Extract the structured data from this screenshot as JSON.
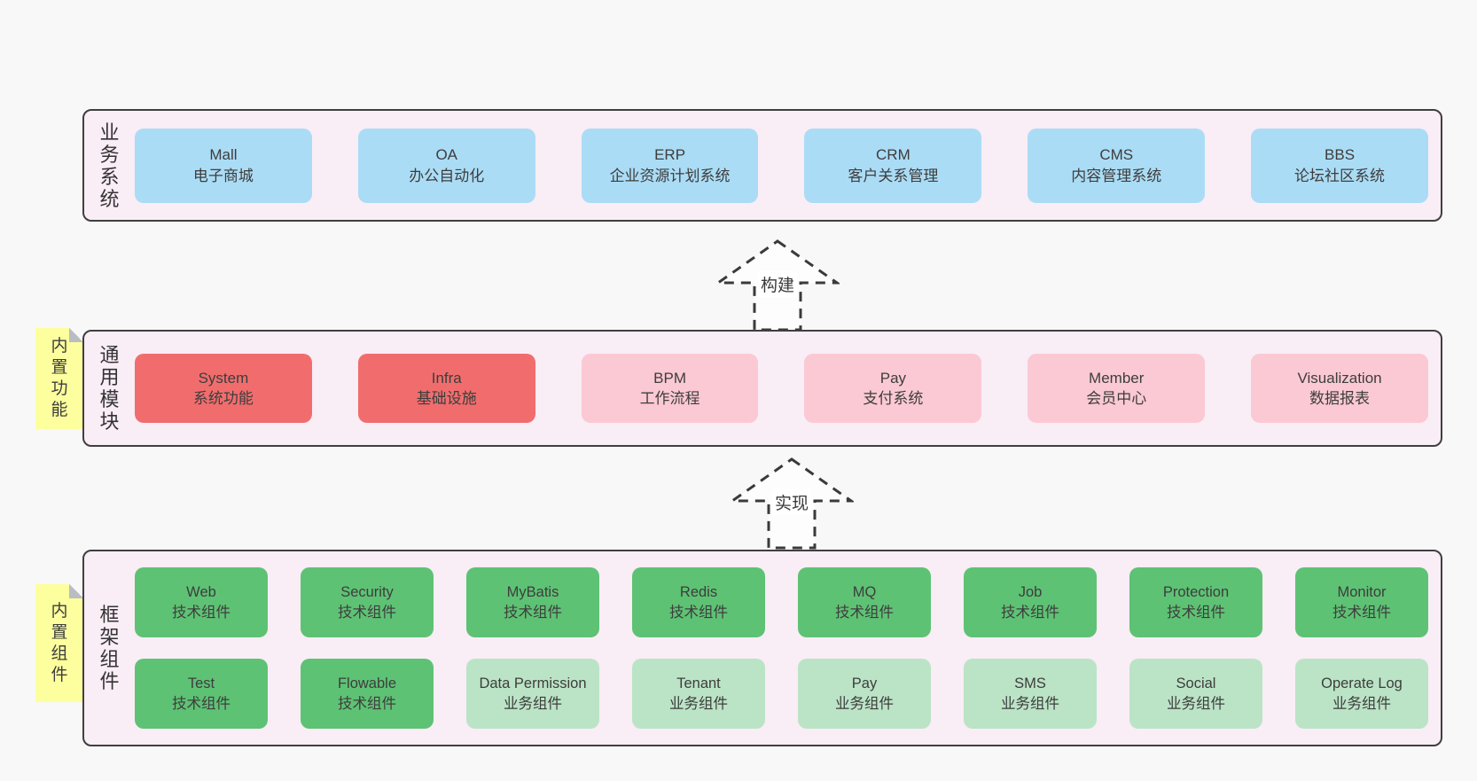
{
  "diagram": {
    "layers": [
      {
        "label": "业务系统",
        "items": [
          {
            "name": "Mall",
            "desc": "电子商城"
          },
          {
            "name": "OA",
            "desc": "办公自动化"
          },
          {
            "name": "ERP",
            "desc": "企业资源计划系统"
          },
          {
            "name": "CRM",
            "desc": "客户关系管理"
          },
          {
            "name": "CMS",
            "desc": "内容管理系统"
          },
          {
            "name": "BBS",
            "desc": "论坛社区系统"
          }
        ]
      },
      {
        "label": "通用模块",
        "items": [
          {
            "name": "System",
            "desc": "系统功能"
          },
          {
            "name": "Infra",
            "desc": "基础设施"
          },
          {
            "name": "BPM",
            "desc": "工作流程"
          },
          {
            "name": "Pay",
            "desc": "支付系统"
          },
          {
            "name": "Member",
            "desc": "会员中心"
          },
          {
            "name": "Visualization",
            "desc": "数据报表"
          }
        ]
      },
      {
        "label": "框架组件",
        "rows": [
          [
            {
              "name": "Web",
              "desc": "技术组件"
            },
            {
              "name": "Security",
              "desc": "技术组件"
            },
            {
              "name": "MyBatis",
              "desc": "技术组件"
            },
            {
              "name": "Redis",
              "desc": "技术组件"
            },
            {
              "name": "MQ",
              "desc": "技术组件"
            },
            {
              "name": "Job",
              "desc": "技术组件"
            },
            {
              "name": "Protection",
              "desc": "技术组件"
            },
            {
              "name": "Monitor",
              "desc": "技术组件"
            }
          ],
          [
            {
              "name": "Test",
              "desc": "技术组件"
            },
            {
              "name": "Flowable",
              "desc": "技术组件"
            },
            {
              "name": "Data Permission",
              "desc": "业务组件"
            },
            {
              "name": "Tenant",
              "desc": "业务组件"
            },
            {
              "name": "Pay",
              "desc": "业务组件"
            },
            {
              "name": "SMS",
              "desc": "业务组件"
            },
            {
              "name": "Social",
              "desc": "业务组件"
            },
            {
              "name": "Operate Log",
              "desc": "业务组件"
            }
          ]
        ]
      }
    ],
    "arrows": [
      {
        "label": "构建"
      },
      {
        "label": "实现"
      }
    ],
    "notes": [
      {
        "label": "内置功能"
      },
      {
        "label": "内置组件"
      }
    ],
    "colors": {
      "page_bg": "#f8f8f8",
      "layer_bg": "#f9edf6",
      "layer_border": "#3f3f3f",
      "system_blue": "#abdcf5",
      "module_red": "#f16d6d",
      "module_pink": "#fbc9d3",
      "tech_green": "#5ec274",
      "biz_light_green": "#bbe4c6",
      "note_yellow": "#fdff9e",
      "text": "#3d3d3d"
    }
  }
}
